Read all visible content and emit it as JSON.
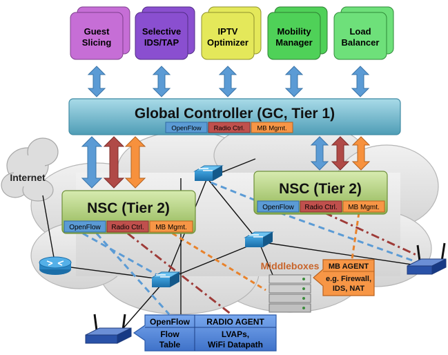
{
  "apps": [
    {
      "line1": "Guest",
      "line2": "Slicing",
      "color": "#c66ed6"
    },
    {
      "line1": "Selective",
      "line2": "IDS/TAP",
      "color": "#8a4fd0"
    },
    {
      "line1": "IPTV",
      "line2": "Optimizer",
      "color": "#e4e85a"
    },
    {
      "line1": "Mobility",
      "line2": "Manager",
      "color": "#4fd158"
    },
    {
      "line1": "Load",
      "line2": "Balancer",
      "color": "#6ee07a"
    }
  ],
  "global_controller": {
    "title": "Global Controller (GC, Tier 1)",
    "badges": [
      "OpenFlow",
      "Radio Ctrl.",
      "MB Mgmt."
    ]
  },
  "nsc_left": {
    "title": "NSC (Tier 2)",
    "badges": [
      "OpenFlow",
      "Radio Ctrl.",
      "MB Mgmt."
    ]
  },
  "nsc_right": {
    "title": "NSC (Tier 2)",
    "badges": [
      "OpenFlow",
      "Radio Ctrl.",
      "MB Mgmt."
    ]
  },
  "internet_label": "Internet",
  "middleboxes": {
    "label": "Middleboxes",
    "agent_title": "MB AGENT",
    "agent_lines": [
      "e.g. Firewall,",
      "IDS, NAT"
    ]
  },
  "ap_table": {
    "col1_head": "OpenFlow",
    "col1_lines": [
      "Flow",
      "Table"
    ],
    "col2_head": "RADIO AGENT",
    "col2_lines": [
      "LVAPs,",
      "WiFi Datapath"
    ]
  },
  "colors": {
    "openflow": "#5b9bd5",
    "radio": "#c0504d",
    "mb": "#f79646",
    "gc": "#6fb3c9",
    "nsc": "#a7c96a",
    "table": "#4f86d9"
  },
  "icons": [
    "router-icon",
    "switch-icon",
    "wireless-ap-icon",
    "server-rack-icon",
    "cloud-icon",
    "double-arrow-icon"
  ]
}
